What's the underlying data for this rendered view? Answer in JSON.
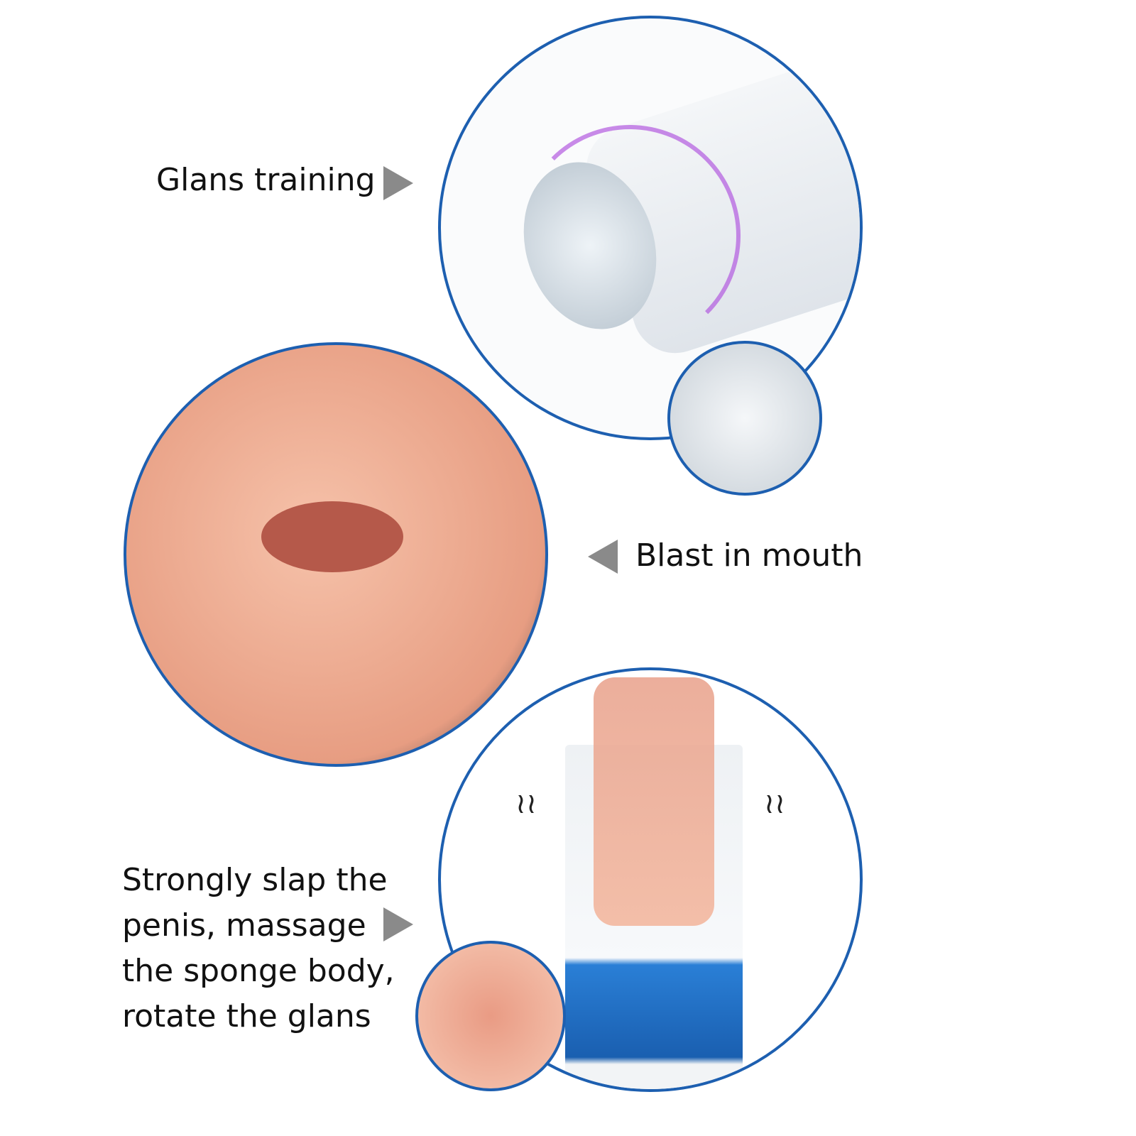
{
  "features": [
    {
      "label": "Glans training"
    },
    {
      "label": "Blast in mouth"
    },
    {
      "lines": [
        "Strongly slap the",
        "penis, massage",
        "the sponge body,",
        "rotate the glans"
      ]
    }
  ],
  "colors": {
    "circle_border": "#1d5fb0",
    "arrow": "#8a8a8a",
    "accent_purple": "#b35be0",
    "liquid_blue": "#2a7fd6",
    "skin": "#f3b49a"
  }
}
